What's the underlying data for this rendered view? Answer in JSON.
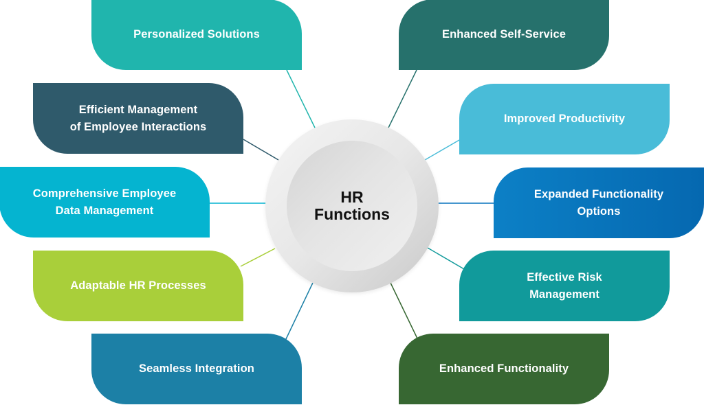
{
  "diagram": {
    "center": {
      "line1": "HR",
      "line2": "Functions"
    },
    "colors": {
      "personalized": "#20b5ad",
      "efficient": "#2f5a6b",
      "comprehensive": "#05b4d0",
      "adaptable": "#a9cf3a",
      "seamless": "#1c80a6",
      "self_service": "#26716c",
      "productivity": "#49bcd8",
      "expanded": "#0874bd",
      "risk": "#119a9b",
      "functionality": "#376732"
    },
    "left_nodes": [
      {
        "id": "personalized",
        "line1": "Personalized Solutions",
        "line2": ""
      },
      {
        "id": "efficient",
        "line1": "Efficient Management",
        "line2": "of Employee Interactions"
      },
      {
        "id": "comprehensive",
        "line1": "Comprehensive Employee",
        "line2": "Data Management"
      },
      {
        "id": "adaptable",
        "line1": "Adaptable HR Processes",
        "line2": ""
      },
      {
        "id": "seamless",
        "line1": "Seamless Integration",
        "line2": ""
      }
    ],
    "right_nodes": [
      {
        "id": "self_service",
        "line1": "Enhanced Self-Service",
        "line2": ""
      },
      {
        "id": "productivity",
        "line1": "Improved Productivity",
        "line2": ""
      },
      {
        "id": "expanded",
        "line1": "Expanded Functionality",
        "line2": "Options"
      },
      {
        "id": "risk",
        "line1": "Effective Risk",
        "line2": "Management"
      },
      {
        "id": "functionality",
        "line1": "Enhanced Functionality",
        "line2": ""
      }
    ]
  }
}
